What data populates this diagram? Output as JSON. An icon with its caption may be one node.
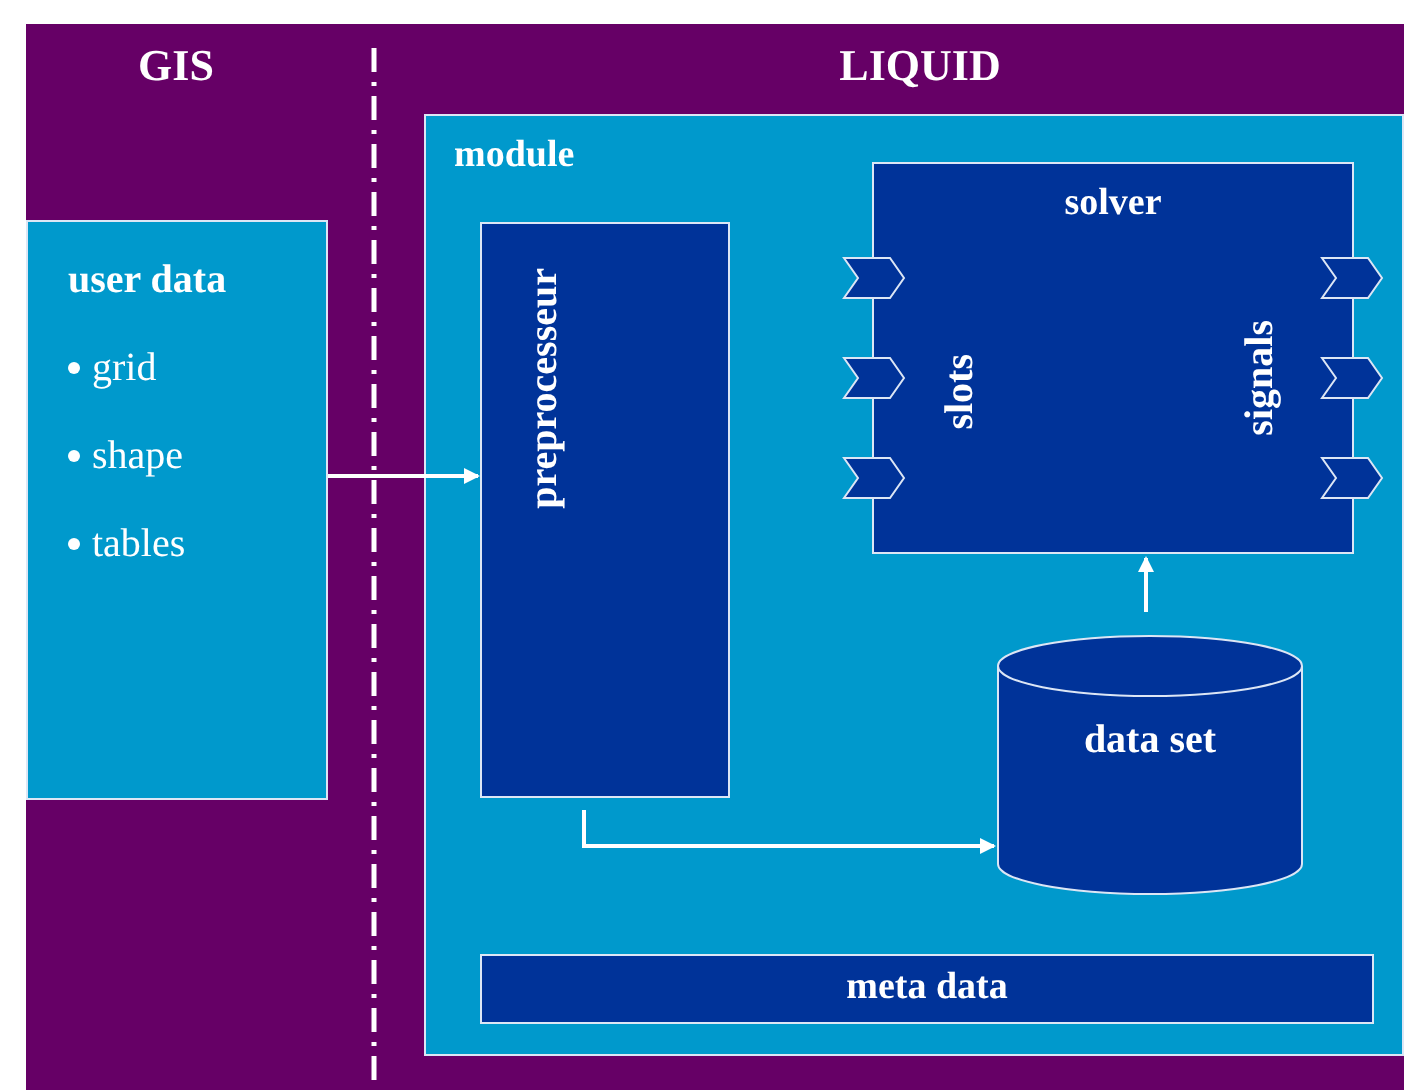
{
  "diagram": {
    "nodes": [
      {
        "text": [
          "user data",
          "grid",
          "shape",
          "tables"
        ]
      },
      {
        "text": [
          "module"
        ]
      },
      {
        "text": [
          "preprocesseur"
        ],
        "in": 1
      },
      {
        "text": [
          "solver",
          "slots",
          "signals"
        ],
        "in": 1
      },
      {
        "text": [
          "data set"
        ],
        "in": 1
      },
      {
        "text": [
          "meta data"
        ],
        "in": 1
      }
    ],
    "edges": [
      {
        "from": 0,
        "to": 2,
        "arrow": "to"
      },
      {
        "from": 2,
        "to": 4,
        "arrow": "to"
      },
      {
        "from": 4,
        "to": 3,
        "arrow": "to"
      }
    ],
    "labels": [
      "GIS",
      "LIQUID"
    ]
  }
}
